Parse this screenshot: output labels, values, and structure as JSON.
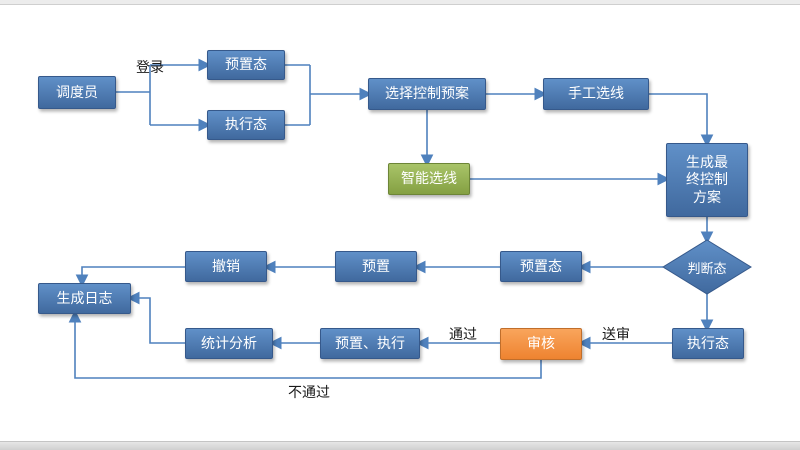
{
  "diagram": {
    "nodes": {
      "dispatcher": {
        "label": "调度员"
      },
      "preset_state_top": {
        "label": "预置态"
      },
      "exec_state_top": {
        "label": "执行态"
      },
      "select_control_plan": {
        "label": "选择控制预案"
      },
      "manual_line_selection": {
        "label": "手工选线"
      },
      "generate_final_plan": {
        "label": "生成最终控制方案"
      },
      "smart_line_selection": {
        "label": "智能选线"
      },
      "judge_state": {
        "label": "判断态"
      },
      "preset_state_mid": {
        "label": "预置态"
      },
      "preset": {
        "label": "预置"
      },
      "revoke": {
        "label": "撤销"
      },
      "generate_log": {
        "label": "生成日志"
      },
      "exec_state_bottom": {
        "label": "执行态"
      },
      "review": {
        "label": "审核"
      },
      "preset_execute": {
        "label": "预置、执行"
      },
      "stat_analysis": {
        "label": "统计分析"
      }
    },
    "edge_labels": {
      "login": "登录",
      "pass": "通过",
      "submit_review": "送审",
      "fail": "不通过"
    },
    "colors": {
      "node_blue": "#4f81bd",
      "node_green": "#9bbb59",
      "node_orange": "#f79646",
      "connector_blue": "#4f81bd",
      "node_text": "#ffffff",
      "edge_label_text": "#1a1a1a"
    }
  }
}
